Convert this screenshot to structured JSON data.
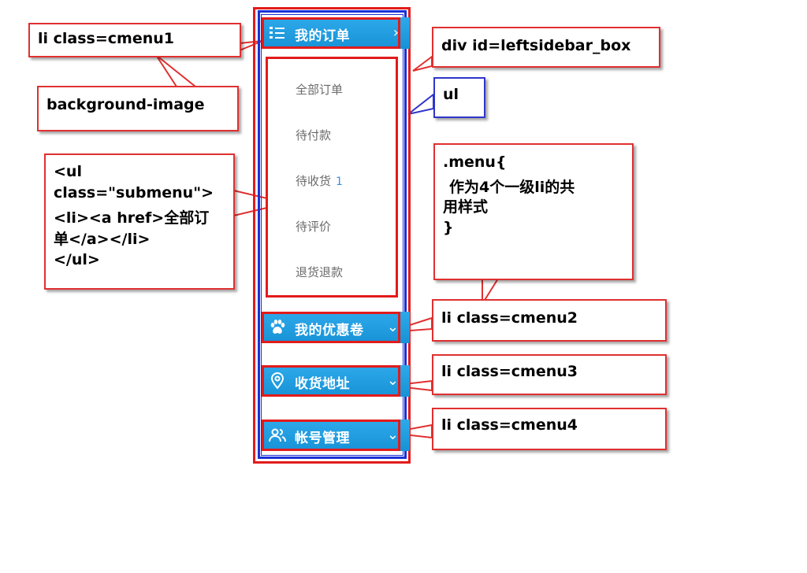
{
  "sidebar": {
    "menus": [
      {
        "label": "我的订单",
        "arrow": "›",
        "icon": "list-icon"
      },
      {
        "label": "我的优惠卷",
        "arrow": "⌄",
        "icon": "paw-icon"
      },
      {
        "label": "收货地址",
        "arrow": "⌄",
        "icon": "location-pin-icon"
      },
      {
        "label": "帐号管理",
        "arrow": "⌄",
        "icon": "users-icon"
      }
    ],
    "submenu": [
      {
        "label": "全部订单",
        "badge": ""
      },
      {
        "label": "待付款",
        "badge": ""
      },
      {
        "label": "待收货",
        "badge": "1"
      },
      {
        "label": "待评价",
        "badge": ""
      },
      {
        "label": "退货退款",
        "badge": ""
      }
    ]
  },
  "callouts": {
    "cmenu1": "li class=cmenu1",
    "background_image": "background-image",
    "submenu_code": [
      "<ul",
      "class=\"submenu\">",
      "<li><a href>全部订",
      "单</a></li>",
      "</ul>"
    ],
    "leftsidebar": "div id=leftsidebar_box",
    "ul": "ul",
    "menu_rule": [
      ".menu{",
      "作为4个一级li的共",
      "用样式",
      "}"
    ],
    "cmenu2": "li class=cmenu2",
    "cmenu3": "li class=cmenu3",
    "cmenu4": "li class=cmenu4"
  },
  "colors": {
    "menu_bg": "#1b98dc",
    "highlight": "#e21b1b",
    "ul_outline": "#1a2fd6",
    "badge": "#3a8ed6"
  }
}
